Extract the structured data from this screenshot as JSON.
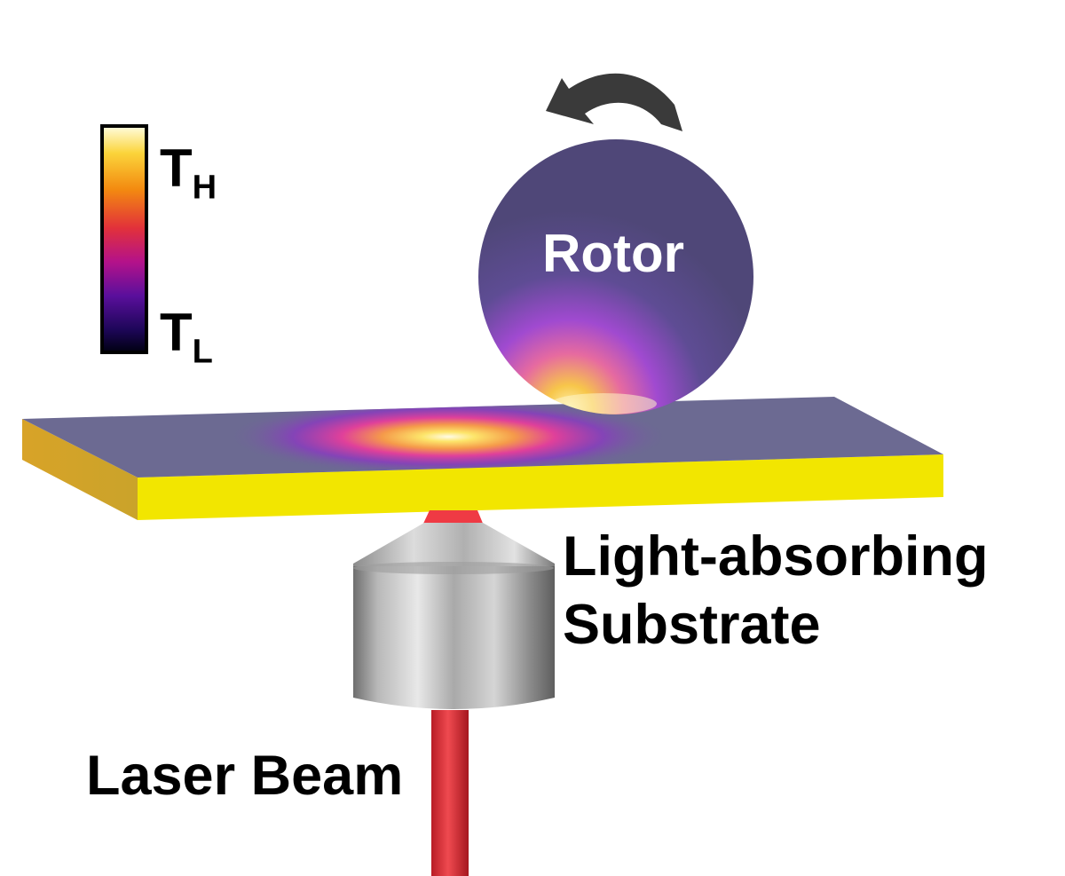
{
  "colorbar": {
    "high_symbol": "T",
    "high_subscript": "H",
    "low_symbol": "T",
    "low_subscript": "L"
  },
  "labels": {
    "rotor": "Rotor",
    "substrate_line1": "Light-absorbing",
    "substrate_line2": "Substrate",
    "laser": "Laser Beam"
  },
  "colors": {
    "substrate_edge": "#f2e600",
    "substrate_top": "#6c6a92",
    "rotor_body": "#4f4778",
    "laser": "#e32b34",
    "objective": "#9a9a9a",
    "rotation_arrow": "#3a3a3a"
  }
}
